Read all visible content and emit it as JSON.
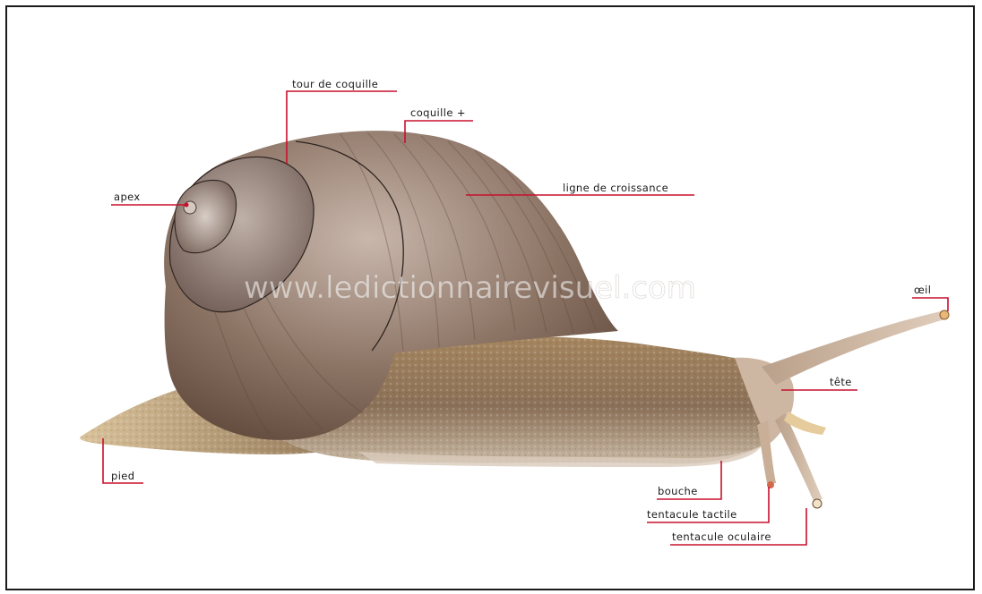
{
  "labels": {
    "tour_de_coquille": "tour de coquille",
    "coquille": "coquille +",
    "apex": "apex",
    "ligne_de_croissance": "ligne de croissance",
    "oeil": "œil",
    "tete": "tête",
    "pied": "pied",
    "bouche": "bouche",
    "tentacule_tactile": "tentacule tactile",
    "tentacule_oculaire": "tentacule oculaire"
  },
  "watermark": "www.ledictionnairevisuel.com",
  "colors": {
    "leader": "#c8102e",
    "frame": "#1a1a1a",
    "shell": "#8d7566",
    "body": "#9c8164"
  }
}
